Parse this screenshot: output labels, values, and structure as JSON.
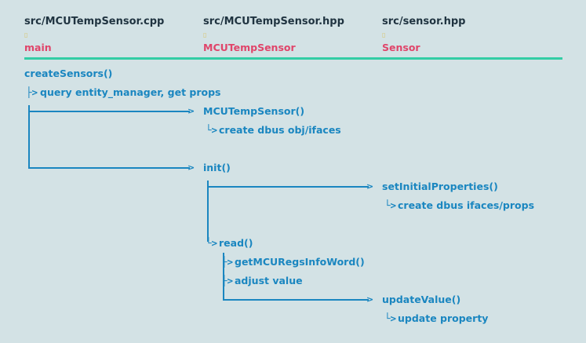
{
  "columns": [
    {
      "file": "src/MCUTempSensor.cpp",
      "marker": "▯",
      "cls": "main"
    },
    {
      "file": "src/MCUTempSensor.hpp",
      "marker": "▯",
      "cls": "MCUTempSensor"
    },
    {
      "file": "src/sensor.hpp",
      "marker": "▯",
      "cls": "Sensor"
    }
  ],
  "flow": {
    "createSensors": "createSensors()",
    "query_props": "query entity_manager, get props",
    "ctor": "MCUTempSensor()",
    "create_dbus_obj": "create dbus obj/ifaces",
    "init": "init()",
    "setInitialProperties": "setInitialProperties()",
    "create_dbus_props": "create dbus ifaces/props",
    "read": "read()",
    "getRegs": "getMCURegsInfoWord()",
    "adjust": "adjust value",
    "updateValue": "updateValue()",
    "update_property": "update property"
  },
  "glyphs": {
    "tee_arrow": "├>",
    "elbow_arrow": "└>",
    "arrow_head": ">"
  },
  "colors": {
    "background": "#d3e2e5",
    "file_path": "#1f3340",
    "class_name": "#e0456a",
    "rule": "#33cda5",
    "flow": "#1a86c0"
  }
}
